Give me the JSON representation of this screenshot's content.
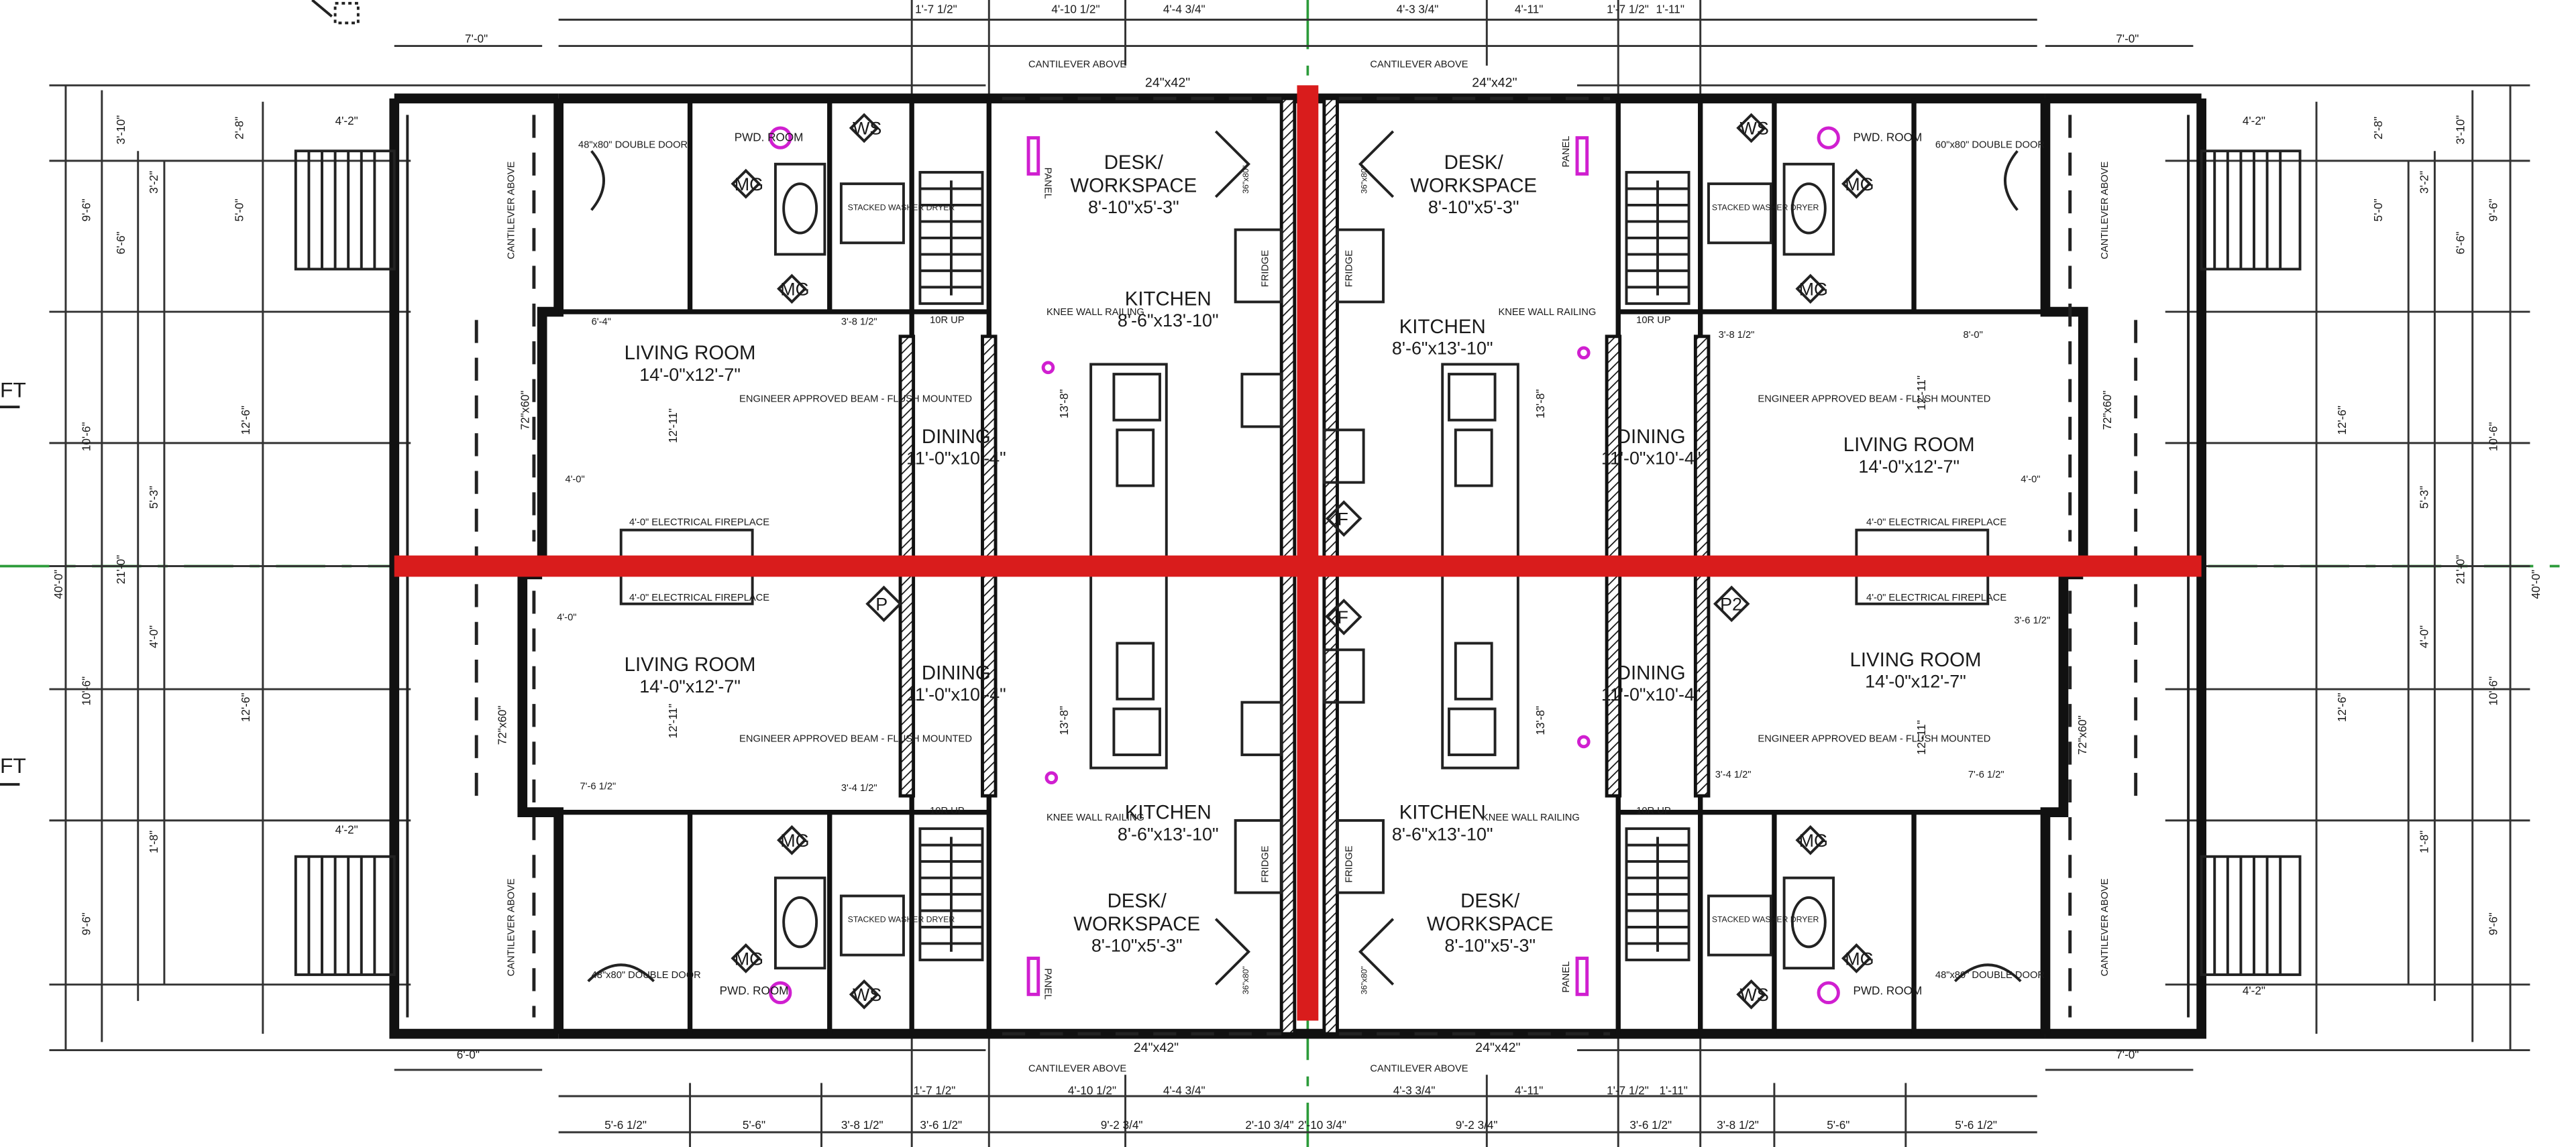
{
  "plan": {
    "rooms": {
      "desk_workspace": "DESK/\nWORKSPACE",
      "desk_size": "8'-10\"x5'-3\"",
      "kitchen": "KITCHEN",
      "kitchen_size": "8'-6\"x13'-10\"",
      "dining": "DINING",
      "dining_size": "11'-0\"x10'-4\"",
      "living_room": "LIVING ROOM",
      "living_size": "14'-0\"x12'-7\"",
      "pwd_room": "PWD. ROOM"
    },
    "notes": {
      "cantilever_above": "CANTILEVER ABOVE",
      "window_24x42": "24\"x42\"",
      "double_door_48": "48\"x80\" DOUBLE DOOR",
      "double_door_60": "60\"x80\" DOUBLE DOOR",
      "engineer_beam": "ENGINEER APPROVED BEAM - FLUSH MOUNTED",
      "electrical_fireplace": "4'-0\" ELECTRICAL FIREPLACE",
      "knee_wall_railing": "KNEE WALL RAILING",
      "fridge": "FRIDGE",
      "panel": "PANEL",
      "stacked_washer_dryer": "STACKED WASHER DRYER",
      "up_steps": "10R UP",
      "door_36x80": "36\"x80\"",
      "window_72x60": "72\"x60\"",
      "side_ft_a": "FT",
      "side_ft_b": "FT"
    },
    "dimensions": {
      "d_7_0": "7'-0\"",
      "d_4_2": "4'-2\"",
      "d_4_10_12": "4'-10 1/2\"",
      "d_4_4_34": "4'-4 3/4\"",
      "d_4_3_34": "4'-3 3/4\"",
      "d_4_11": "4'-11\"",
      "d_1_7_12": "1'-7 1/2\"",
      "d_1_11": "1'-11\"",
      "d_5_6": "5'-6\"",
      "d_3_8_12": "3'-8 1/2\"",
      "d_3_6_12": "3'-6 1/2\"",
      "d_5_6_12": "5'-6 1/2\"",
      "d_6_0": "6'-0\"",
      "d_9_2_34": "9'-2 3/4\"",
      "d_2_10_34": "2'-10 3/4\"",
      "d_40_0": "40'-0\"",
      "d_21_0": "21'-0\"",
      "d_10_6": "10'-6\"",
      "d_9_6": "9'-6\"",
      "d_12_6": "12'-6\"",
      "d_6_6": "6'-6\"",
      "d_3_10": "3'-10\"",
      "d_2_8": "2'-8\"",
      "d_5_0": "5'-0\"",
      "d_1_8": "1'-8\"",
      "d_4_0": "4'-0\"",
      "d_3_2": "3'-2\"",
      "d_5_3": "5'-3\"",
      "d_13_8": "13'-8\"",
      "d_12_11": "12'-11\"",
      "d_7_6_12": "7'-6 1/2\"",
      "d_6_4": "6'-4\"",
      "d_8_0": "8'-0\"",
      "d_3_4_12": "3'-4 1/2\""
    },
    "symbols": {
      "mg": "MG",
      "ws": "WS",
      "p": "P",
      "f": "F",
      "p2": "P2"
    }
  }
}
